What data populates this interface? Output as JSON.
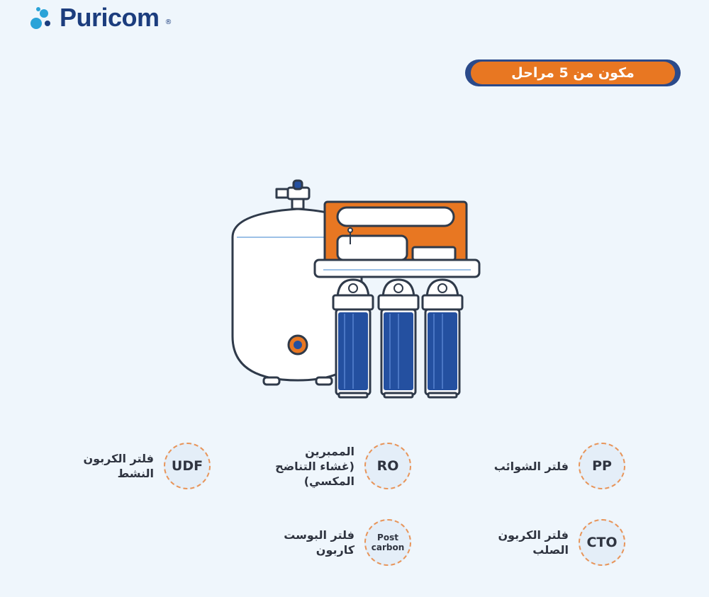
{
  "brand": {
    "name": "Puricom",
    "mark": "®"
  },
  "banner": {
    "text": "مكون من 5 مراحل"
  },
  "stages": [
    {
      "code": "PP",
      "label": "فلتر الشوائب"
    },
    {
      "code": "RO",
      "label": "الممبرين\n(غشاء التناضح\nالمكسي)"
    },
    {
      "code": "UDF",
      "label": "فلتر الكربون\nالنشط"
    },
    {
      "code": "CTO",
      "label": "فلتر الكربون\nالصلب"
    },
    {
      "code": "Post carbon",
      "label": "فلتر البوست\nكاربون"
    }
  ],
  "colors": {
    "orange": "#e87722",
    "navy": "#1c3d7e",
    "blue": "#2450a0",
    "background": "#eff6fc"
  },
  "icons": [
    "logo-dots-icon",
    "ro-machine-illustration"
  ]
}
